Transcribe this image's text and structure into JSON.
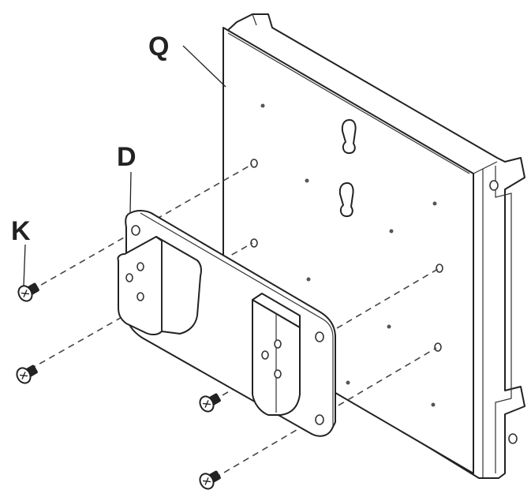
{
  "diagram": {
    "labels": {
      "plate_q": "Q",
      "bracket_d": "D",
      "screw_k": "K"
    },
    "colors": {
      "line": "#222222",
      "background": "#ffffff"
    }
  }
}
